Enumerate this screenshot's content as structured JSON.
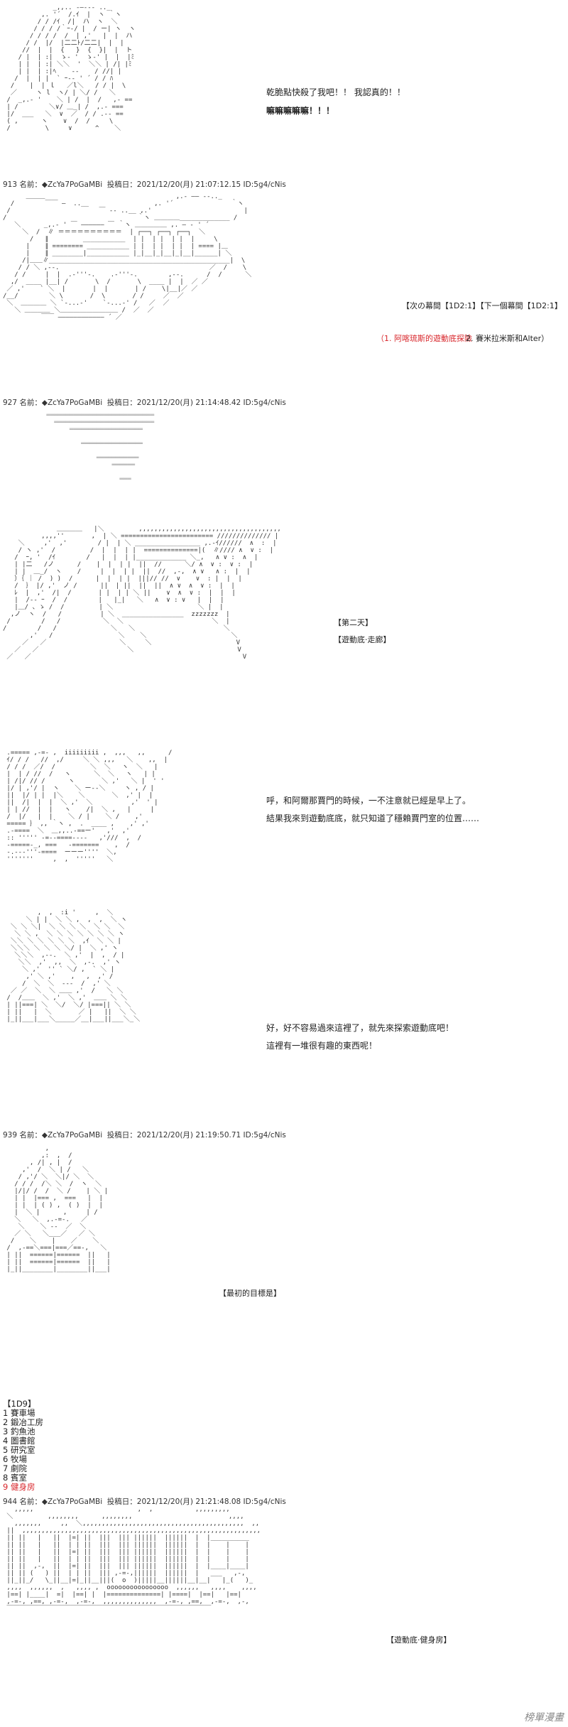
{
  "scene1": {
    "lines": [
      "乾脆點快殺了我吧！！ 我認真的！！",
      "嘛嘛嘛嘛嘛！！！"
    ]
  },
  "posts": [
    {
      "header": "913 名前：◆ZcYa7PoGaMBi ￼ 投稿日：2021/12/20(月) 21:07:12.15 ID:5g4/cNis"
    },
    {
      "header": "927 名前：◆ZcYa7PoGaMBi ￼ 投稿日：2021/12/20(月) 21:14:48.42 ID:5g4/cNis"
    },
    {
      "header": "939 名前：◆ZcYa7PoGaMBi ￼ 投稿日：2021/12/20(月) 21:19:50.71 ID:5g4/cNis"
    },
    {
      "header": "944 名前：◆ZcYa7PoGaMBi ￼ 投稿日：2021/12/20(月) 21:21:48.08 ID:5g4/cNis"
    }
  ],
  "scene2": {
    "line1": "【次の幕間【1D2:1】【下一個幕間【1D2:1】",
    "option1": "（1. 阿喀琉斯的遊動底探險",
    "option2": "2. 賽米拉米斯和Alter）"
  },
  "scene3": {
    "label1": "【第二天】",
    "label2": "【遊動底·走廊】"
  },
  "scene4": {
    "line1": "呼，和阿爾那賈門的時候，一不注意就已經是早上了。",
    "line2": "結果我來到遊動底底，就只知道了穩賴賈門室的位置……"
  },
  "scene5": {
    "line1": "好，好不容易過來這裡了，就先來探索遊動底吧！",
    "line2": "這裡有一堆很有趣的東西呢！"
  },
  "scene6": {
    "label": "【最初的目標是】",
    "dice": "【1D9】",
    "items": [
      "1 賽車場",
      "2 鍛冶工房",
      "3 釣魚池",
      "4 圖書館",
      "5 研究室",
      "6 牧場",
      "7 劇院",
      "8 賓室",
      "9 健身房"
    ],
    "highlight_color": "#d8262b"
  },
  "scene7": {
    "label": "【遊動底·健身房】"
  },
  "watermark": "榜單漫畫"
}
